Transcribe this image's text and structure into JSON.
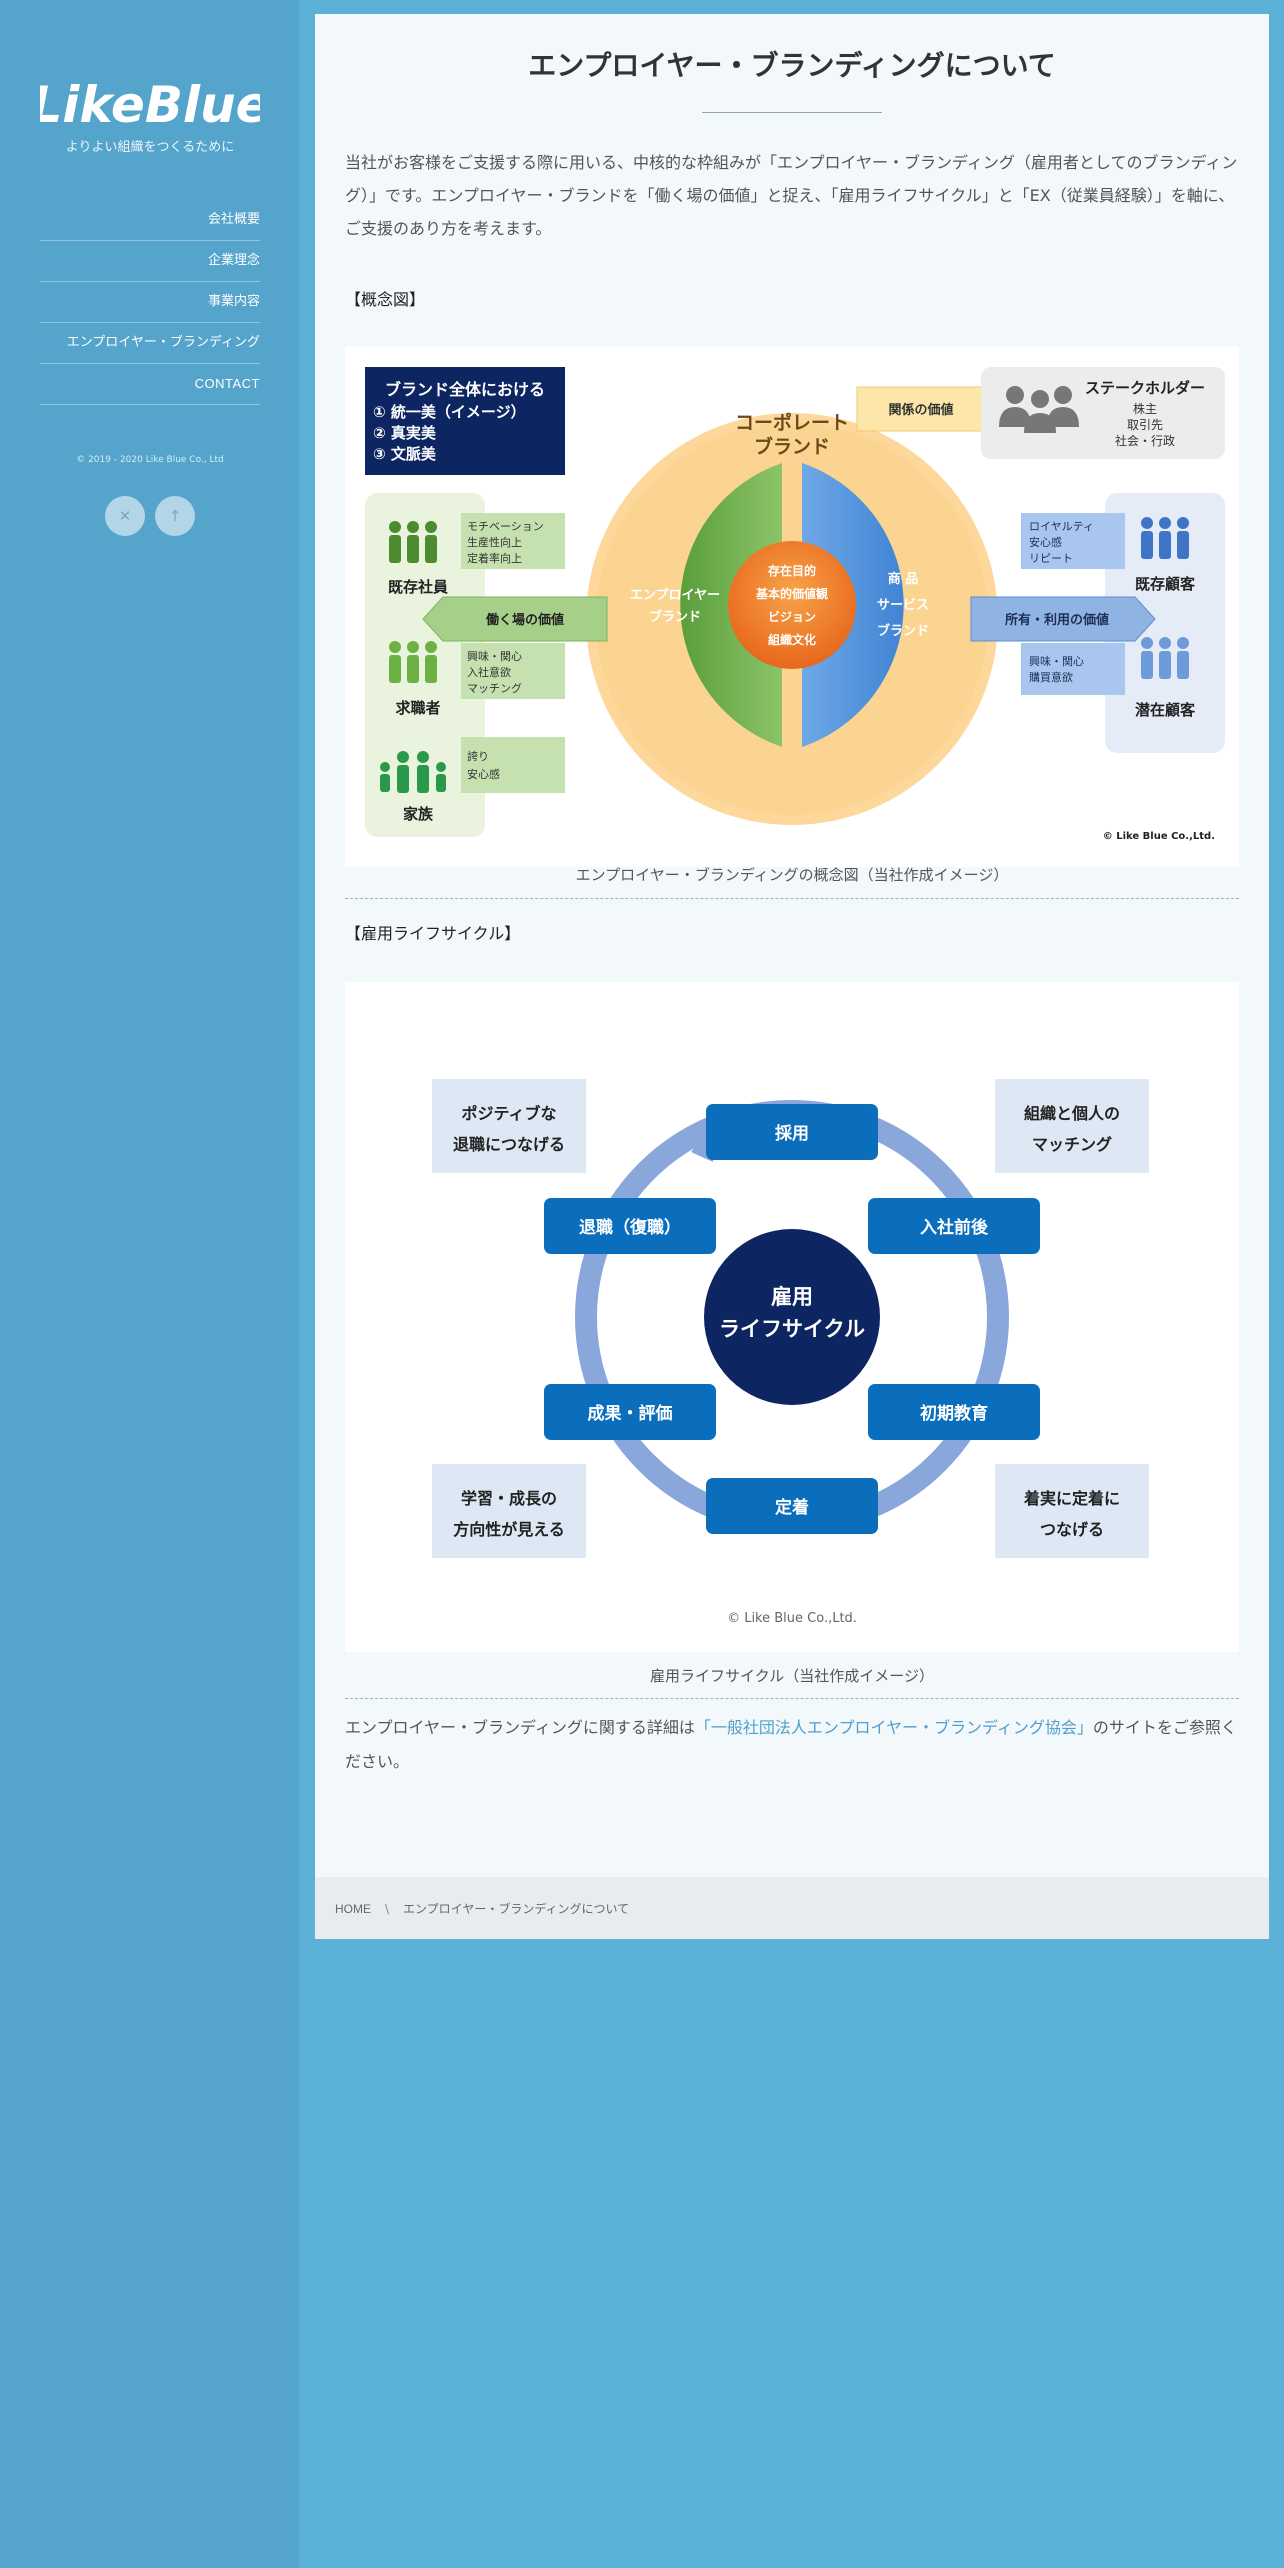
{
  "sidebar": {
    "logo_text": "LikeBlue",
    "tagline": "よりよい組織をつくるために",
    "nav": [
      {
        "label": "会社概要"
      },
      {
        "label": "企業理念"
      },
      {
        "label": "事業内容"
      },
      {
        "label": "エンプロイヤー・ブランディング"
      },
      {
        "label": "CONTACT"
      }
    ],
    "copyright": "© 2019 - 2020 Like Blue Co., Ltd",
    "close_icon": "close-icon",
    "scroll_top_icon": "arrow-up-icon"
  },
  "main": {
    "title": "エンプロイヤー・ブランディングについて",
    "intro": "当社がお客様をご支援する際に用いる、中核的な枠組みが「エンプロイヤー・ブランディング（雇用者としてのブランディング）」です。エンプロイヤー・ブランドを「働く場の価値」と捉え、「雇用ライフサイクル」と「EX（従業員経験）」を軸に、ご支援のあり方を考えます。",
    "concept_label": "【概念図】",
    "concept": {
      "box_title": "ブランド全体における",
      "box_items": [
        "① 統一美（イメージ）",
        "② 真実美",
        "③ 文脈美"
      ],
      "corporate": "コーポレート",
      "corporate2": "ブランド",
      "employer1": "エンプロイヤー",
      "employer2": "ブランド",
      "product1": "商 品",
      "product2": "サービス",
      "product3": "ブランド",
      "core": [
        "存在目的",
        "基本的価値観",
        "ビジョン",
        "組織文化"
      ],
      "relation": "関係の価値",
      "stakeholder_title": "ステークホルダー",
      "stakeholder_items": [
        "株主",
        "取引先",
        "社会・行政"
      ],
      "employees": "既存社員",
      "employees_tags": [
        "モチベーション",
        "生産性向上",
        "定着率向上"
      ],
      "seekers": "求職者",
      "seekers_tags": [
        "興味・関心",
        "入社意欲",
        "マッチング"
      ],
      "family": "家族",
      "family_tags": [
        "誇り",
        "安心感"
      ],
      "workplace_value": "働く場の価値",
      "ownership_value": "所有・利用の価値",
      "customers": "既存顧客",
      "customers_tags": [
        "ロイヤルティ",
        "安心感",
        "リピート"
      ],
      "prospects": "潜在顧客",
      "prospects_tags": [
        "興味・関心",
        "購買意欲"
      ],
      "copyright": "© Like Blue Co.,Ltd."
    },
    "concept_caption": "エンプロイヤー・ブランディングの概念図（当社作成イメージ）",
    "lifecycle_label": "【雇用ライフサイクル】",
    "lifecycle": {
      "center1": "雇用",
      "center2": "ライフサイクル",
      "stages": [
        "採用",
        "入社前後",
        "初期教育",
        "定着",
        "成果・評価",
        "退職（復職）"
      ],
      "notes": {
        "top_left": [
          "ポジティブな",
          "退職につなげる"
        ],
        "top_right": [
          "組織と個人の",
          "マッチング"
        ],
        "bottom_left": [
          "学習・成長の",
          "方向性が見える"
        ],
        "bottom_right": [
          "着実に定着に",
          "つなげる"
        ]
      },
      "copyright": "© Like Blue Co.,Ltd."
    },
    "lifecycle_caption": "雇用ライフサイクル（当社作成イメージ）",
    "footer_pre": "エンプロイヤー・ブランディングに関する詳細は",
    "footer_link": "「一般社団法人エンプロイヤー・ブランディング協会」",
    "footer_post": "のサイトをご参照ください。",
    "breadcrumb_home": "HOME",
    "breadcrumb_sep": "\\",
    "breadcrumb_current": "エンプロイヤー・ブランディングについて"
  },
  "colors": {
    "background": "#5ab0d6",
    "sidebar": "#55a4cc",
    "panel": "#f3f8fb",
    "navy": "#0d2560",
    "stage_blue": "#0a6ebd",
    "ring_blue": "#8aa7dc",
    "link": "#4f9fcc"
  }
}
